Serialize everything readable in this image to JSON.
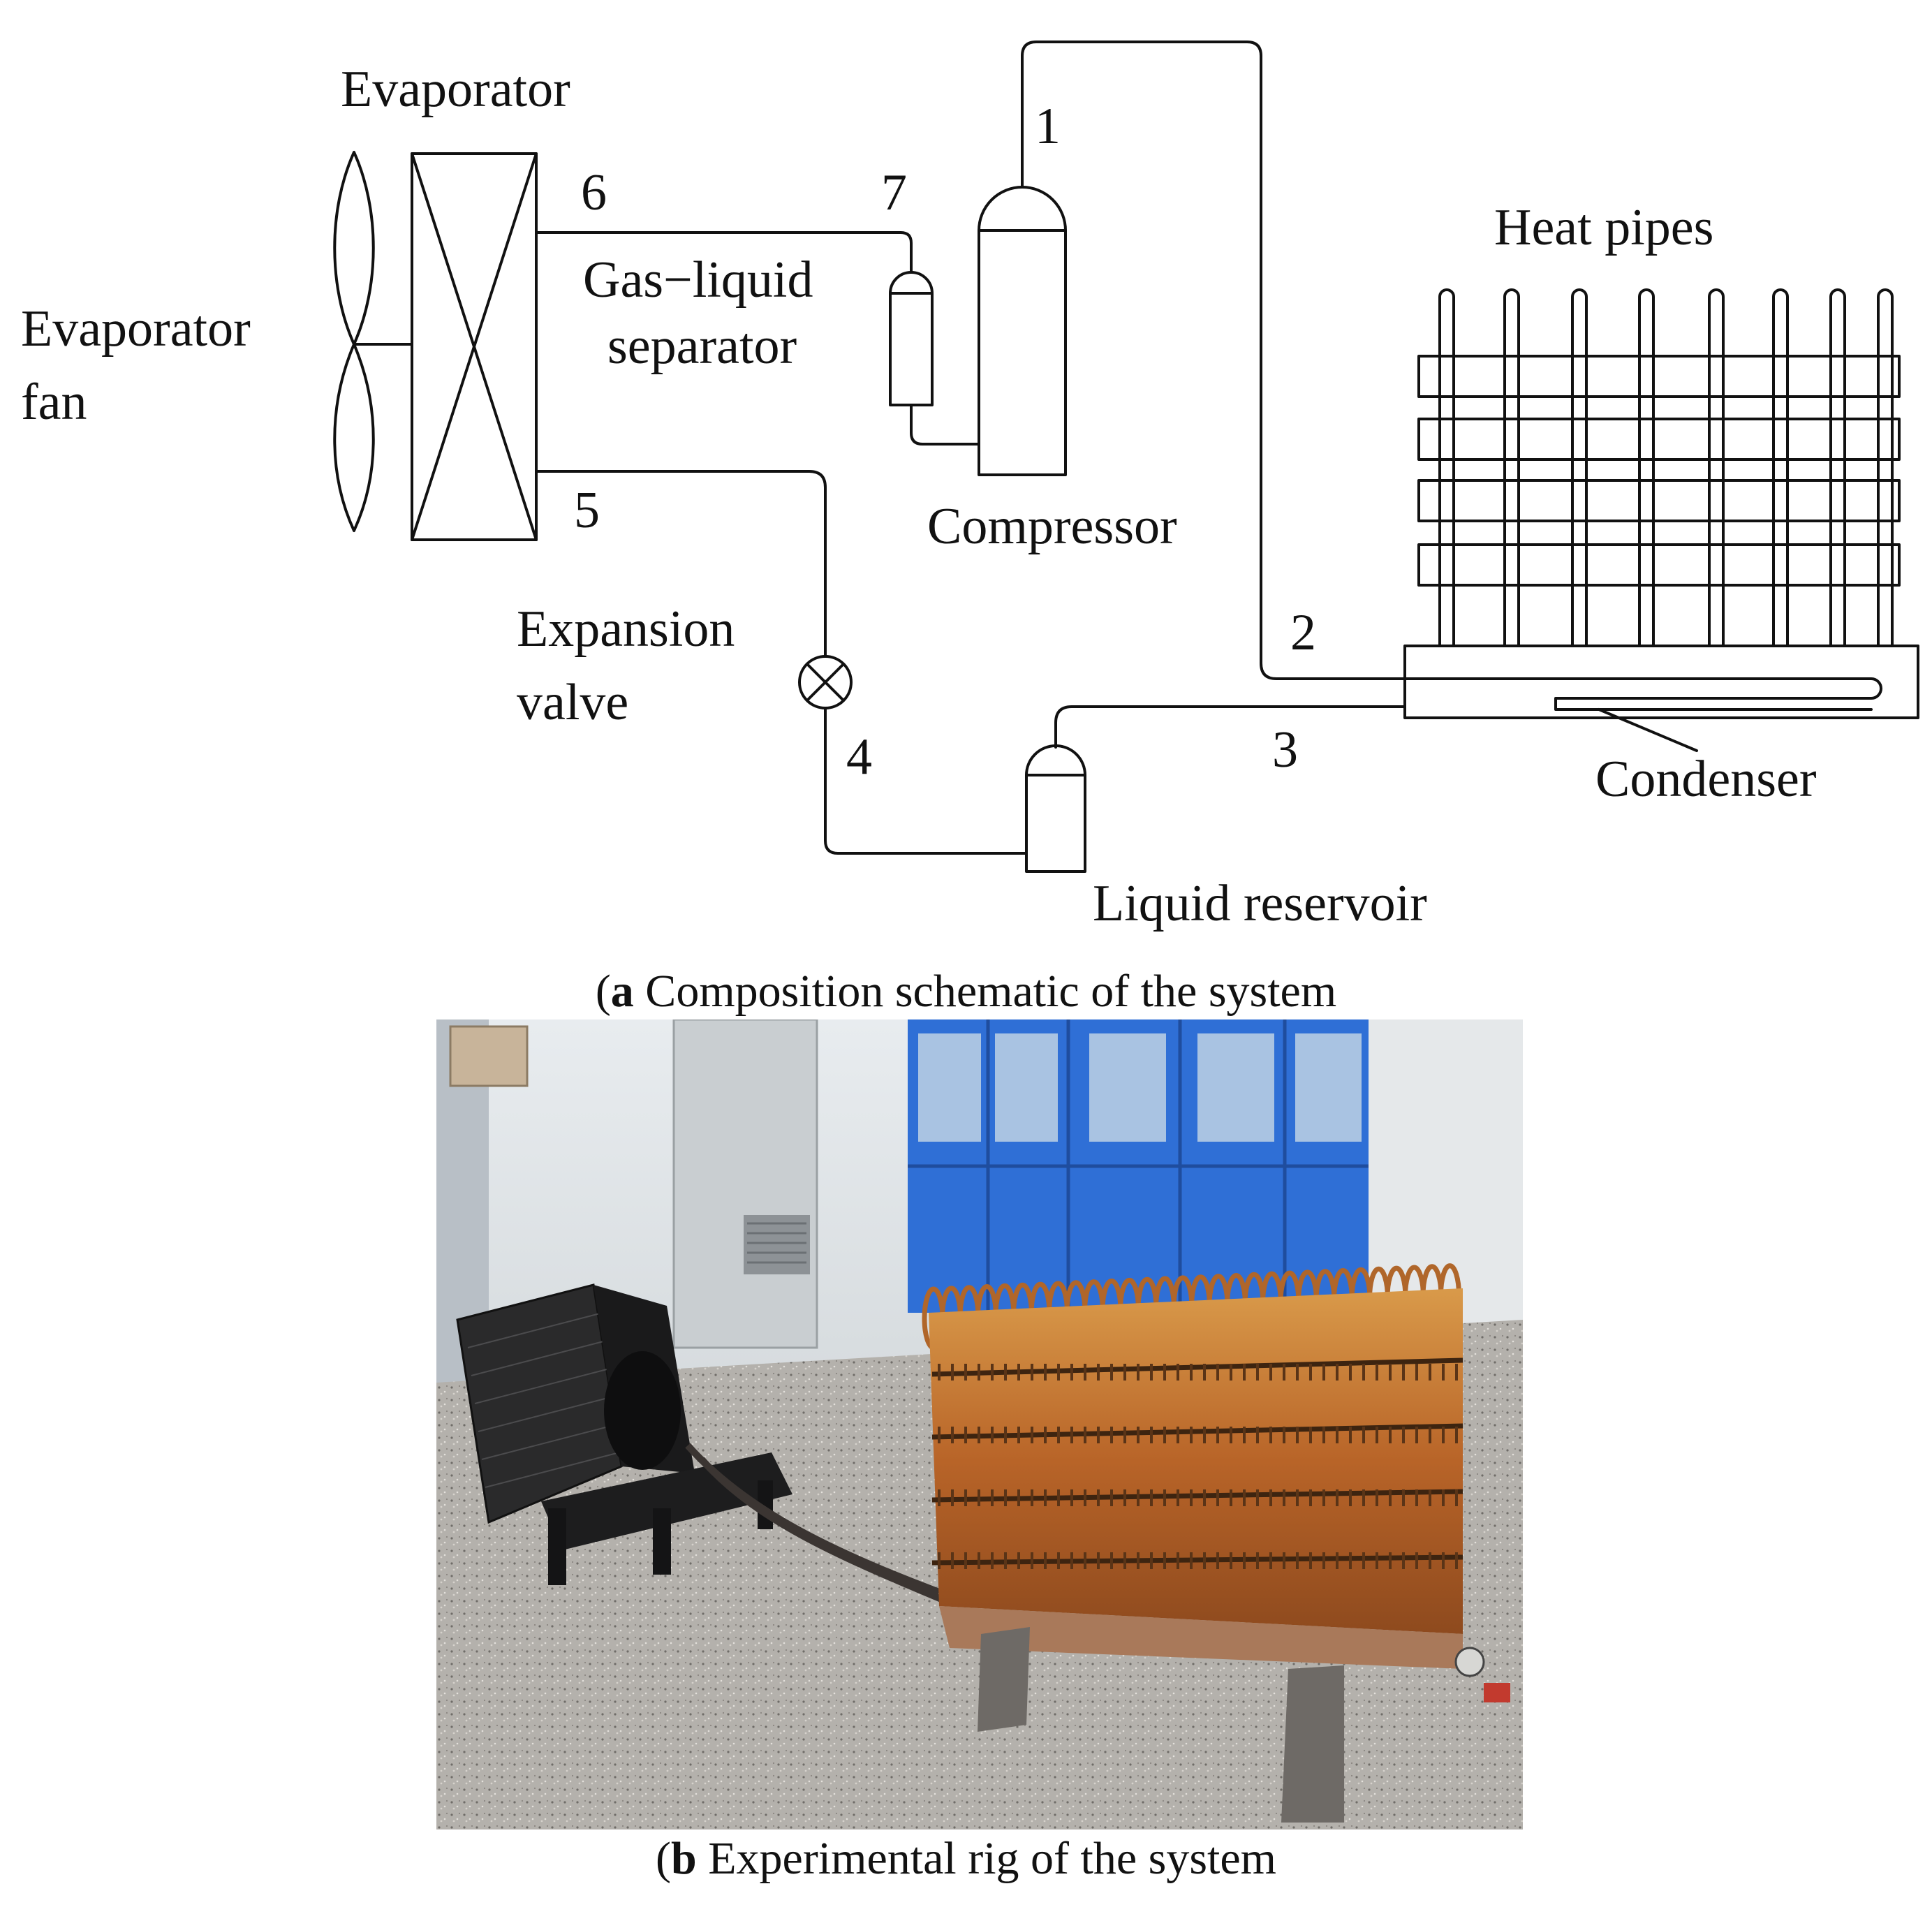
{
  "labels": {
    "evaporator": "Evaporator",
    "evaporator_fan_line1": "Evaporator",
    "evaporator_fan_line2": "fan",
    "gas_liquid_line1": "Gas−liquid",
    "gas_liquid_line2": "separator",
    "compressor": "Compressor",
    "heat_pipes": "Heat pipes",
    "expansion_line1": "Expansion",
    "expansion_line2": "valve",
    "condenser": "Condenser",
    "liquid_reservoir": "Liquid reservoir"
  },
  "state_points": [
    "1",
    "2",
    "3",
    "4",
    "5",
    "6",
    "7"
  ],
  "captions": {
    "a_letter": "a",
    "a_text": " Composition schematic of the system",
    "b_letter": "b",
    "b_text": " Experimental rig of the system"
  },
  "colors": {
    "line": "#111111",
    "copper": "#c8742e",
    "cabinet_blue": "#2f6fd6",
    "floor": "#a9a7a3"
  }
}
